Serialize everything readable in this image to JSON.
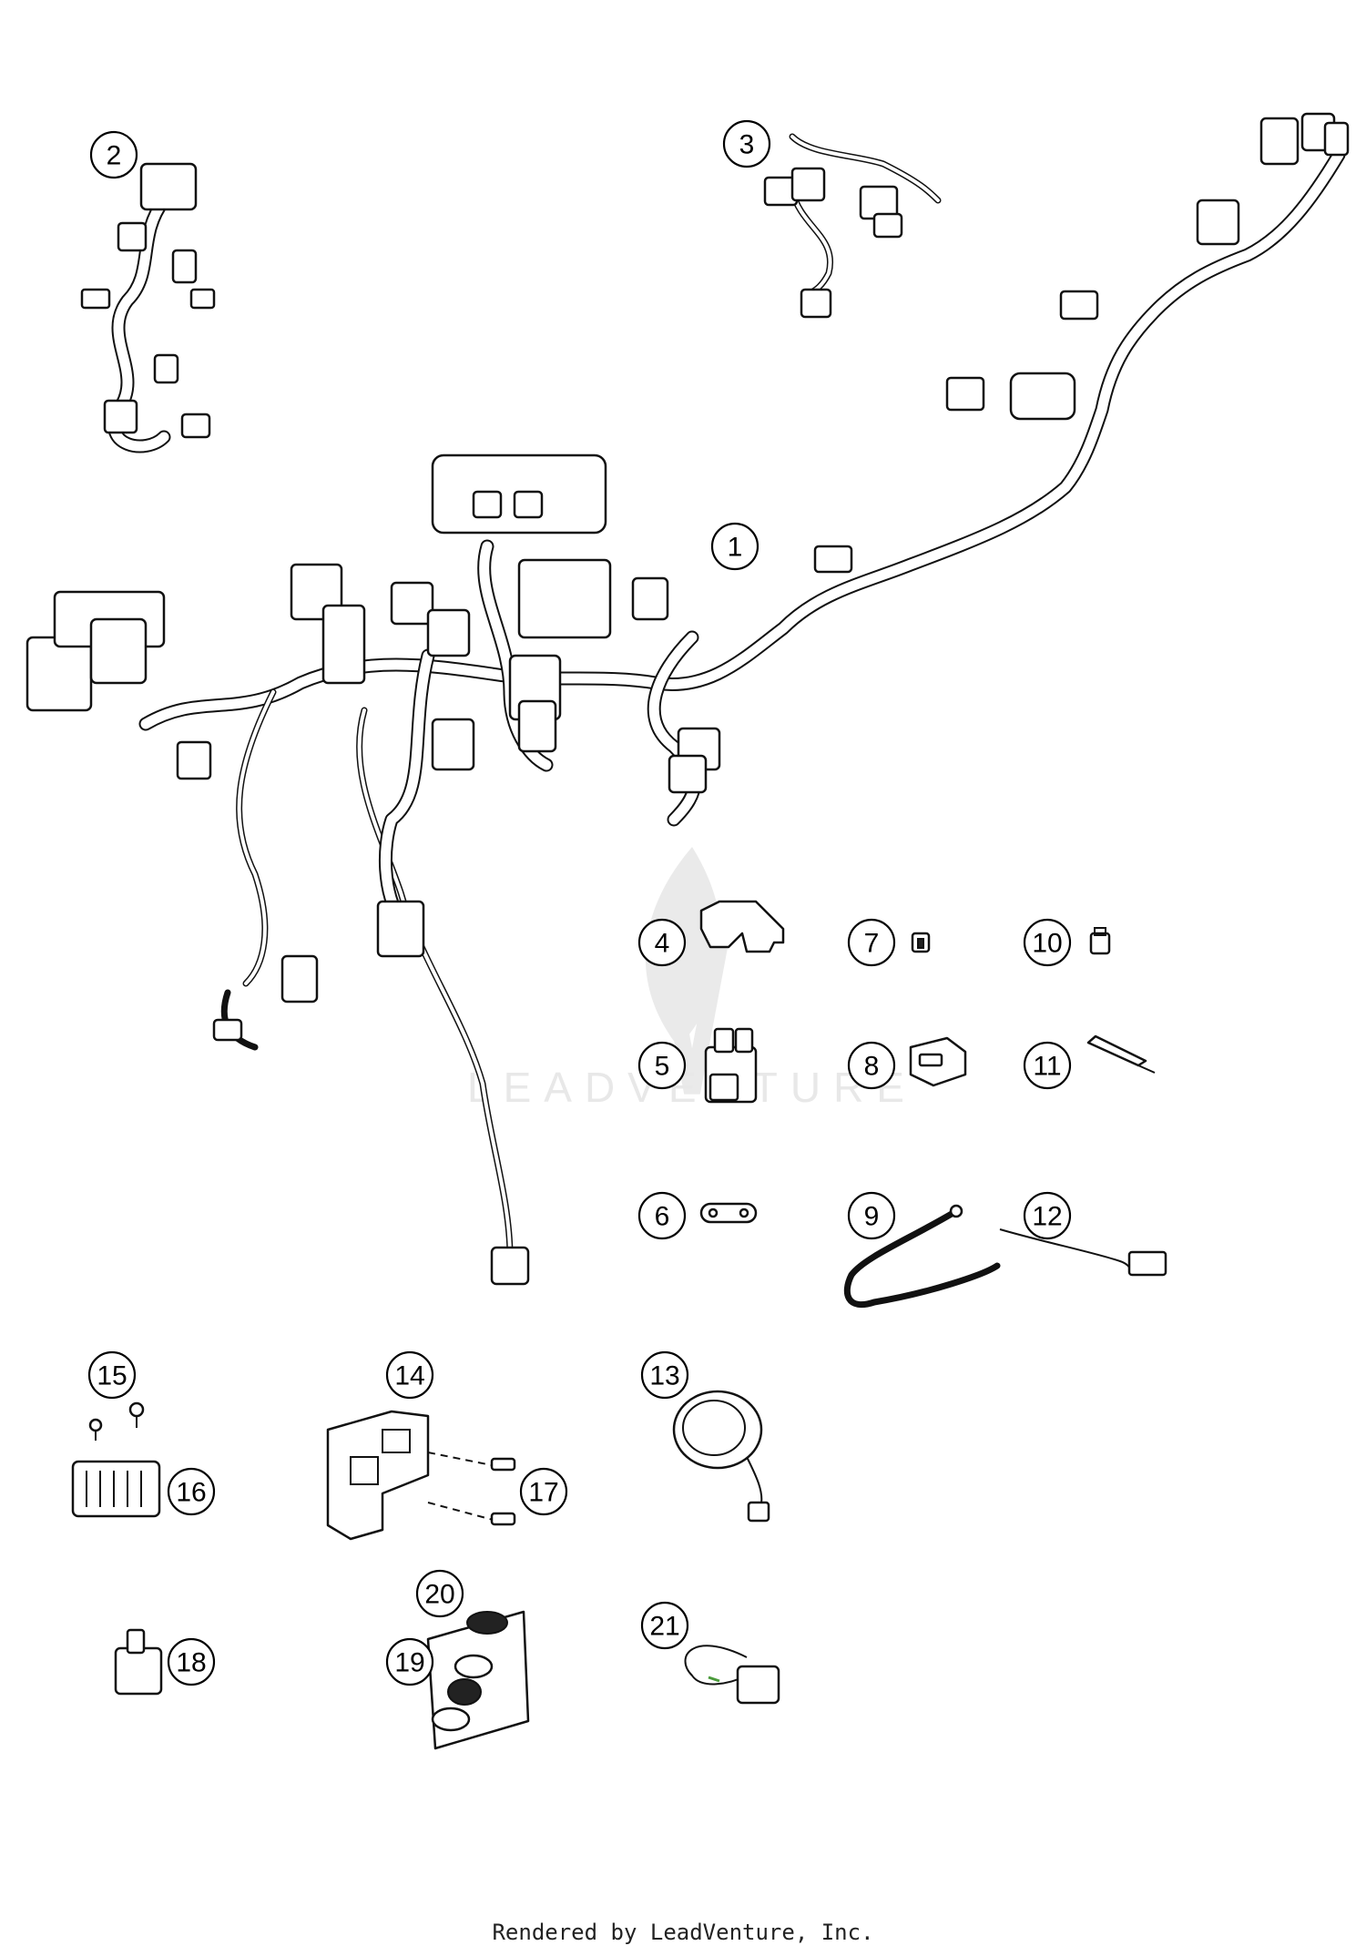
{
  "callouts": [
    {
      "label": "1"
    },
    {
      "label": "2"
    },
    {
      "label": "3"
    },
    {
      "label": "4"
    },
    {
      "label": "5"
    },
    {
      "label": "6"
    },
    {
      "label": "7"
    },
    {
      "label": "8"
    },
    {
      "label": "9"
    },
    {
      "label": "10"
    },
    {
      "label": "11"
    },
    {
      "label": "12"
    },
    {
      "label": "13"
    },
    {
      "label": "14"
    },
    {
      "label": "15"
    },
    {
      "label": "16"
    },
    {
      "label": "17"
    },
    {
      "label": "18"
    },
    {
      "label": "19"
    },
    {
      "label": "20"
    },
    {
      "label": "21"
    }
  ],
  "watermark": {
    "text": "LEADVENTURE"
  },
  "footer": {
    "text": "Rendered by LeadVenture, Inc."
  }
}
